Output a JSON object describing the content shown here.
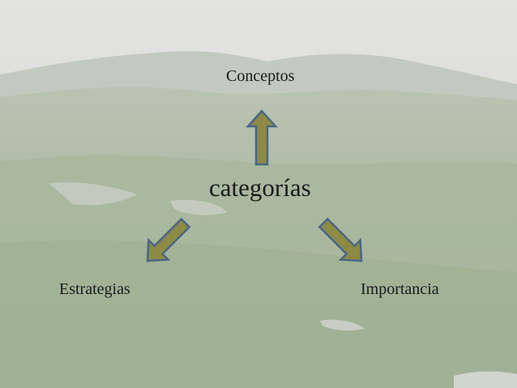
{
  "diagram": {
    "center": "categorías",
    "branches": [
      {
        "label": "Conceptos",
        "direction": "up"
      },
      {
        "label": "Estrategias",
        "direction": "down-left"
      },
      {
        "label": "Importancia",
        "direction": "down-right"
      }
    ]
  },
  "colors": {
    "arrow_fill": "#8c8a45",
    "arrow_stroke": "#4a6784",
    "text": "#1a1a1a"
  }
}
